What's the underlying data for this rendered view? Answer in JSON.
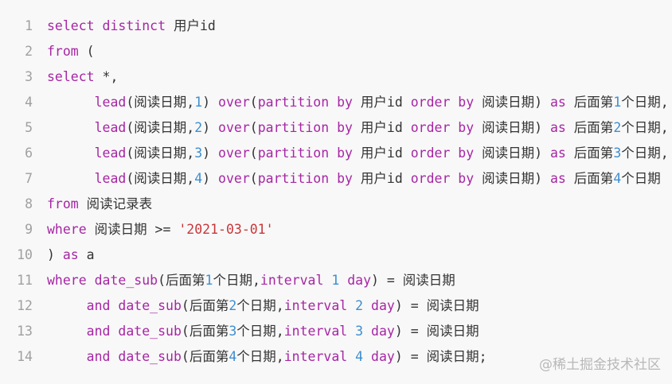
{
  "code_block": {
    "language": "sql",
    "colors": {
      "background": "#f8f8f8",
      "text": "#333333",
      "keyword": "#a626a4",
      "number": "#3e8ed0",
      "string": "#c8373a",
      "line_number": "#a0a0a0"
    },
    "lines": [
      {
        "number": "1",
        "tokens": [
          {
            "t": "kw",
            "v": "select"
          },
          {
            "t": "plain",
            "v": " "
          },
          {
            "t": "kw",
            "v": "distinct"
          },
          {
            "t": "plain",
            "v": " 用户id"
          }
        ]
      },
      {
        "number": "2",
        "tokens": [
          {
            "t": "kw",
            "v": "from"
          },
          {
            "t": "plain",
            "v": " ("
          }
        ]
      },
      {
        "number": "3",
        "tokens": [
          {
            "t": "kw",
            "v": "select"
          },
          {
            "t": "plain",
            "v": " *,"
          }
        ]
      },
      {
        "number": "4",
        "tokens": [
          {
            "t": "plain",
            "v": "      "
          },
          {
            "t": "kw",
            "v": "lead"
          },
          {
            "t": "plain",
            "v": "(阅读日期,"
          },
          {
            "t": "num",
            "v": "1"
          },
          {
            "t": "plain",
            "v": ") "
          },
          {
            "t": "kw",
            "v": "over"
          },
          {
            "t": "plain",
            "v": "("
          },
          {
            "t": "kw",
            "v": "partition by"
          },
          {
            "t": "plain",
            "v": " 用户id "
          },
          {
            "t": "kw",
            "v": "order by"
          },
          {
            "t": "plain",
            "v": " 阅读日期) "
          },
          {
            "t": "kw",
            "v": "as"
          },
          {
            "t": "plain",
            "v": " 后面第"
          },
          {
            "t": "num",
            "v": "1"
          },
          {
            "t": "plain",
            "v": "个日期,"
          }
        ]
      },
      {
        "number": "5",
        "tokens": [
          {
            "t": "plain",
            "v": "      "
          },
          {
            "t": "kw",
            "v": "lead"
          },
          {
            "t": "plain",
            "v": "(阅读日期,"
          },
          {
            "t": "num",
            "v": "2"
          },
          {
            "t": "plain",
            "v": ") "
          },
          {
            "t": "kw",
            "v": "over"
          },
          {
            "t": "plain",
            "v": "("
          },
          {
            "t": "kw",
            "v": "partition by"
          },
          {
            "t": "plain",
            "v": " 用户id "
          },
          {
            "t": "kw",
            "v": "order by"
          },
          {
            "t": "plain",
            "v": " 阅读日期) "
          },
          {
            "t": "kw",
            "v": "as"
          },
          {
            "t": "plain",
            "v": " 后面第"
          },
          {
            "t": "num",
            "v": "2"
          },
          {
            "t": "plain",
            "v": "个日期,"
          }
        ]
      },
      {
        "number": "6",
        "tokens": [
          {
            "t": "plain",
            "v": "      "
          },
          {
            "t": "kw",
            "v": "lead"
          },
          {
            "t": "plain",
            "v": "(阅读日期,"
          },
          {
            "t": "num",
            "v": "3"
          },
          {
            "t": "plain",
            "v": ") "
          },
          {
            "t": "kw",
            "v": "over"
          },
          {
            "t": "plain",
            "v": "("
          },
          {
            "t": "kw",
            "v": "partition by"
          },
          {
            "t": "plain",
            "v": " 用户id "
          },
          {
            "t": "kw",
            "v": "order by"
          },
          {
            "t": "plain",
            "v": " 阅读日期) "
          },
          {
            "t": "kw",
            "v": "as"
          },
          {
            "t": "plain",
            "v": " 后面第"
          },
          {
            "t": "num",
            "v": "3"
          },
          {
            "t": "plain",
            "v": "个日期,"
          }
        ]
      },
      {
        "number": "7",
        "tokens": [
          {
            "t": "plain",
            "v": "      "
          },
          {
            "t": "kw",
            "v": "lead"
          },
          {
            "t": "plain",
            "v": "(阅读日期,"
          },
          {
            "t": "num",
            "v": "4"
          },
          {
            "t": "plain",
            "v": ") "
          },
          {
            "t": "kw",
            "v": "over"
          },
          {
            "t": "plain",
            "v": "("
          },
          {
            "t": "kw",
            "v": "partition by"
          },
          {
            "t": "plain",
            "v": " 用户id "
          },
          {
            "t": "kw",
            "v": "order by"
          },
          {
            "t": "plain",
            "v": " 阅读日期) "
          },
          {
            "t": "kw",
            "v": "as"
          },
          {
            "t": "plain",
            "v": " 后面第"
          },
          {
            "t": "num",
            "v": "4"
          },
          {
            "t": "plain",
            "v": "个日期"
          }
        ]
      },
      {
        "number": "8",
        "tokens": [
          {
            "t": "kw",
            "v": "from"
          },
          {
            "t": "plain",
            "v": " 阅读记录表"
          }
        ]
      },
      {
        "number": "9",
        "tokens": [
          {
            "t": "kw",
            "v": "where"
          },
          {
            "t": "plain",
            "v": " 阅读日期 >= "
          },
          {
            "t": "str",
            "v": "'2021-03-01'"
          }
        ]
      },
      {
        "number": "10",
        "tokens": [
          {
            "t": "plain",
            "v": ") "
          },
          {
            "t": "kw",
            "v": "as"
          },
          {
            "t": "plain",
            "v": " a"
          }
        ]
      },
      {
        "number": "11",
        "tokens": [
          {
            "t": "kw",
            "v": "where"
          },
          {
            "t": "plain",
            "v": " "
          },
          {
            "t": "kw",
            "v": "date_sub"
          },
          {
            "t": "plain",
            "v": "(后面第"
          },
          {
            "t": "num",
            "v": "1"
          },
          {
            "t": "plain",
            "v": "个日期,"
          },
          {
            "t": "kw",
            "v": "interval"
          },
          {
            "t": "plain",
            "v": " "
          },
          {
            "t": "num",
            "v": "1"
          },
          {
            "t": "plain",
            "v": " "
          },
          {
            "t": "kw",
            "v": "day"
          },
          {
            "t": "plain",
            "v": ") = 阅读日期"
          }
        ]
      },
      {
        "number": "12",
        "tokens": [
          {
            "t": "plain",
            "v": "     "
          },
          {
            "t": "kw",
            "v": "and"
          },
          {
            "t": "plain",
            "v": " "
          },
          {
            "t": "kw",
            "v": "date_sub"
          },
          {
            "t": "plain",
            "v": "(后面第"
          },
          {
            "t": "num",
            "v": "2"
          },
          {
            "t": "plain",
            "v": "个日期,"
          },
          {
            "t": "kw",
            "v": "interval"
          },
          {
            "t": "plain",
            "v": " "
          },
          {
            "t": "num",
            "v": "2"
          },
          {
            "t": "plain",
            "v": " "
          },
          {
            "t": "kw",
            "v": "day"
          },
          {
            "t": "plain",
            "v": ") = 阅读日期"
          }
        ]
      },
      {
        "number": "13",
        "tokens": [
          {
            "t": "plain",
            "v": "     "
          },
          {
            "t": "kw",
            "v": "and"
          },
          {
            "t": "plain",
            "v": " "
          },
          {
            "t": "kw",
            "v": "date_sub"
          },
          {
            "t": "plain",
            "v": "(后面第"
          },
          {
            "t": "num",
            "v": "3"
          },
          {
            "t": "plain",
            "v": "个日期,"
          },
          {
            "t": "kw",
            "v": "interval"
          },
          {
            "t": "plain",
            "v": " "
          },
          {
            "t": "num",
            "v": "3"
          },
          {
            "t": "plain",
            "v": " "
          },
          {
            "t": "kw",
            "v": "day"
          },
          {
            "t": "plain",
            "v": ") = 阅读日期"
          }
        ]
      },
      {
        "number": "14",
        "tokens": [
          {
            "t": "plain",
            "v": "     "
          },
          {
            "t": "kw",
            "v": "and"
          },
          {
            "t": "plain",
            "v": " "
          },
          {
            "t": "kw",
            "v": "date_sub"
          },
          {
            "t": "plain",
            "v": "(后面第"
          },
          {
            "t": "num",
            "v": "4"
          },
          {
            "t": "plain",
            "v": "个日期,"
          },
          {
            "t": "kw",
            "v": "interval"
          },
          {
            "t": "plain",
            "v": " "
          },
          {
            "t": "num",
            "v": "4"
          },
          {
            "t": "plain",
            "v": " "
          },
          {
            "t": "kw",
            "v": "day"
          },
          {
            "t": "plain",
            "v": ") = 阅读日期;"
          }
        ]
      }
    ]
  },
  "watermark": "@稀土掘金技术社区"
}
